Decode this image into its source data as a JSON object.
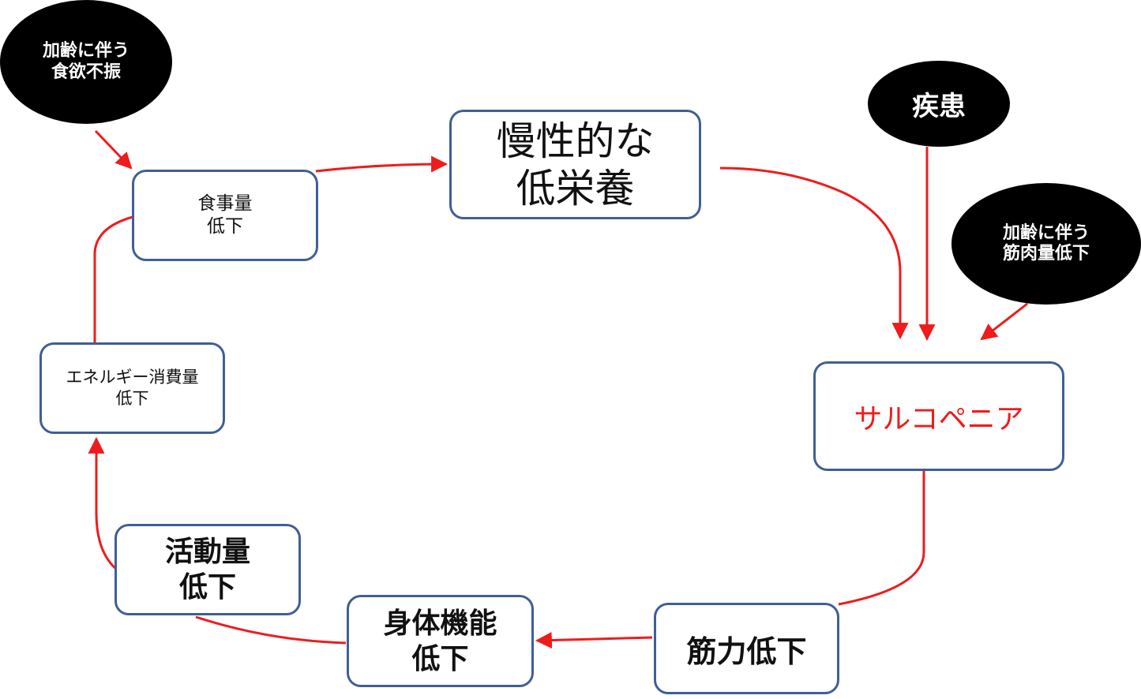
{
  "colors": {
    "arrow": "#ee1c1c",
    "box_border": "#3f5f95",
    "oval_fill": "#000000",
    "highlight_text": "#ee1c1c"
  },
  "nodes": {
    "shokuji": {
      "lines": [
        "食事量",
        "低下"
      ]
    },
    "mansei": {
      "lines": [
        "慢性的な",
        "低栄養"
      ]
    },
    "sarco": {
      "lines": [
        "サルコペニア"
      ]
    },
    "kinryoku": {
      "lines": [
        "筋力低下"
      ]
    },
    "shintai": {
      "lines": [
        "身体機能",
        "低下"
      ]
    },
    "katsudo": {
      "lines": [
        "活動量",
        "低下"
      ]
    },
    "energy": {
      "lines": [
        "エネルギー消費量",
        "低下"
      ]
    }
  },
  "factors": {
    "shokuyoku": {
      "lines": [
        "加齢に伴う",
        "食欲不振"
      ]
    },
    "shikkan": {
      "lines": [
        "疾患"
      ]
    },
    "kinniku": {
      "lines": [
        "加齢に伴う",
        "筋肉量低下"
      ]
    }
  }
}
